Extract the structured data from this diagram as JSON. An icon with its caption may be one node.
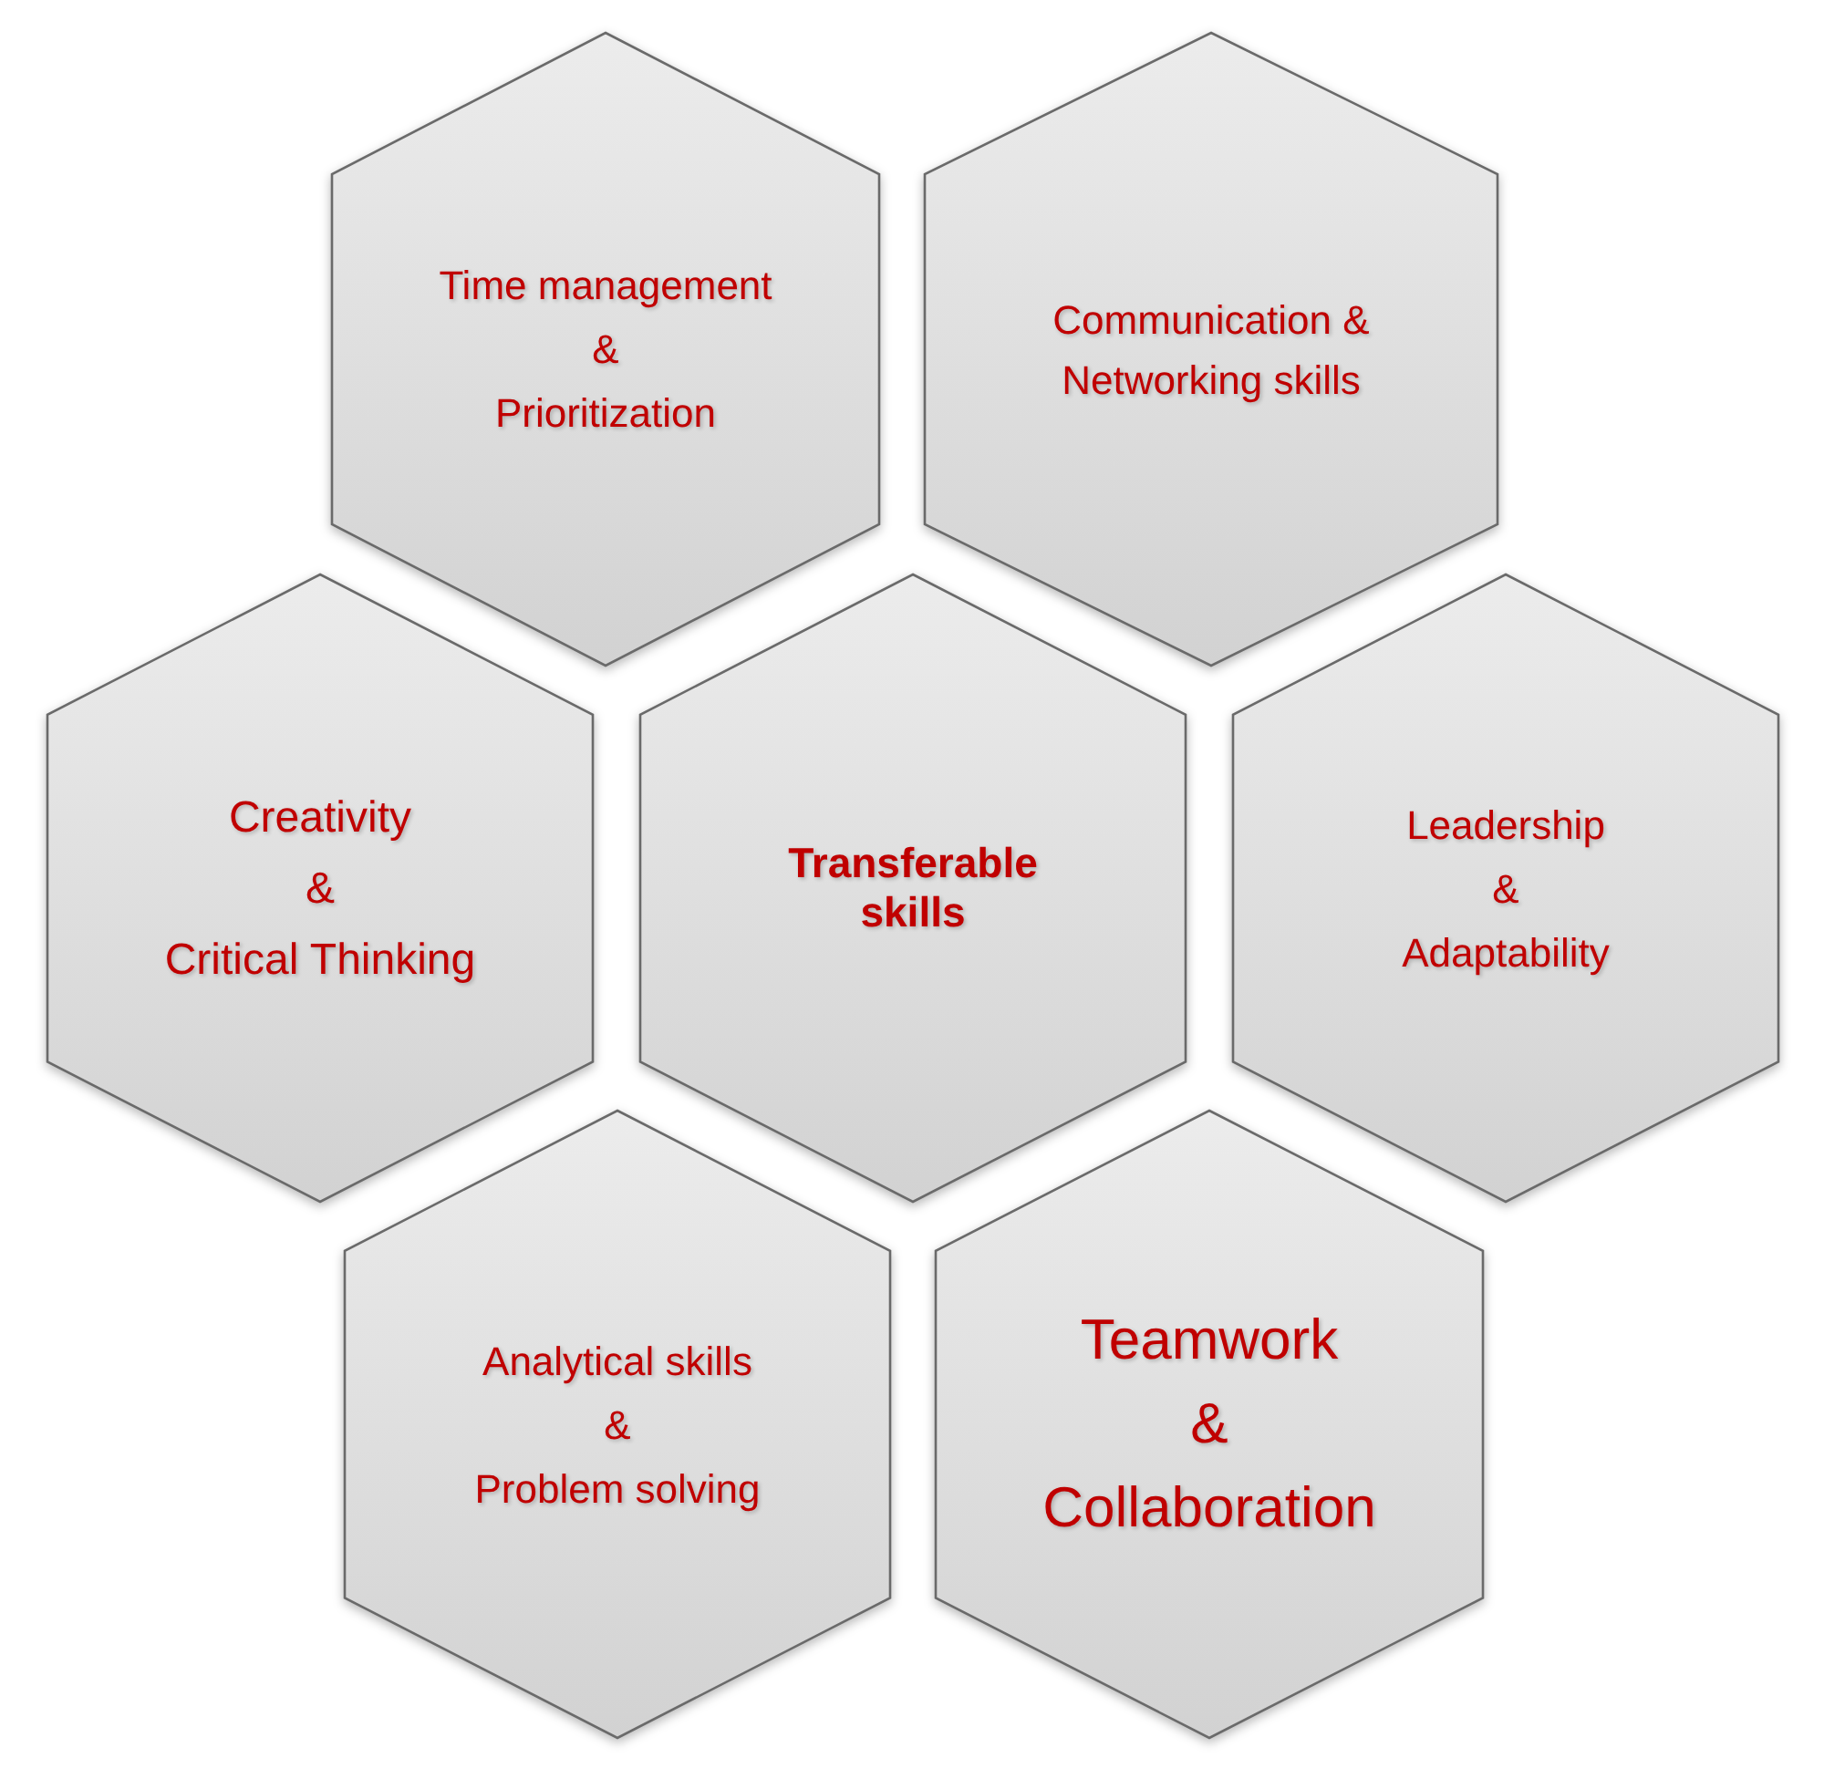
{
  "diagram": {
    "nodes": [
      {
        "text": [
          "Time management & Prioritization"
        ]
      },
      {
        "text": [
          "Communication & Networking skills"
        ]
      },
      {
        "text": [
          "Creativity & Critical Thinking"
        ]
      },
      {
        "text": [
          "Transferable skills"
        ]
      },
      {
        "text": [
          "Leadership & Adaptability"
        ]
      },
      {
        "text": [
          "Analytical skills & Problem solving"
        ]
      },
      {
        "text": [
          "Teamwork & Collaboration"
        ]
      }
    ]
  }
}
